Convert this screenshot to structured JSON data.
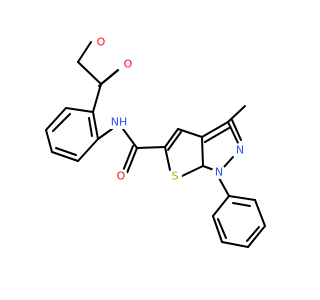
{
  "molecule": {
    "atoms": {
      "ester_o_methyl": {
        "label": "O",
        "color": "#ff0d0d"
      },
      "ester_o_carbonyl": {
        "label": "O",
        "color": "#ff0d0d"
      },
      "amide_nh": {
        "label": "NH",
        "color": "#3050f8"
      },
      "amide_o": {
        "label": "O",
        "color": "#ff0d0d"
      },
      "thiophene_s": {
        "label": "S",
        "color": "#c8a800"
      },
      "pyrazole_n2": {
        "label": "N",
        "color": "#3050f8"
      },
      "pyrazole_n1": {
        "label": "N",
        "color": "#3050f8"
      }
    },
    "bond_color": "#000000"
  }
}
